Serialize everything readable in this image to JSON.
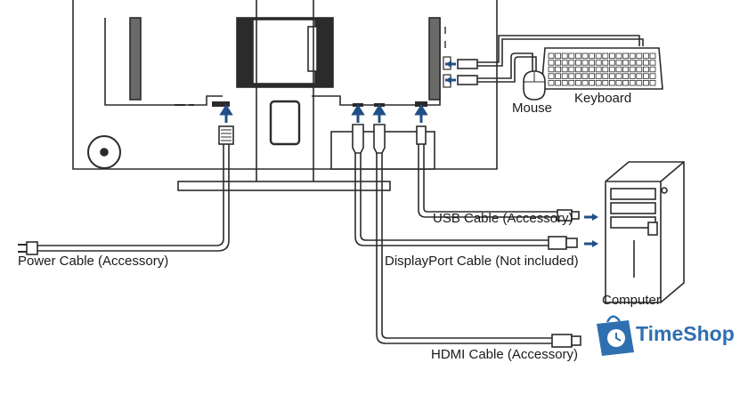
{
  "labels": {
    "mouse": "Mouse",
    "keyboard": "Keyboard",
    "usb_cable": "USB Cable (Accessory)",
    "displayport_cable": "DisplayPort Cable (Not included)",
    "power_cable": "Power Cable (Accessory)",
    "computer": "Computer",
    "hdmi_cable": "HDMI Cable (Accessory)"
  },
  "watermark": {
    "text": "TimeShop",
    "icon": "shopping-bag-clock-icon"
  },
  "colors": {
    "line": "#2b2b2b",
    "arrow": "#1f4f86",
    "brand": "#2e6fb0"
  }
}
